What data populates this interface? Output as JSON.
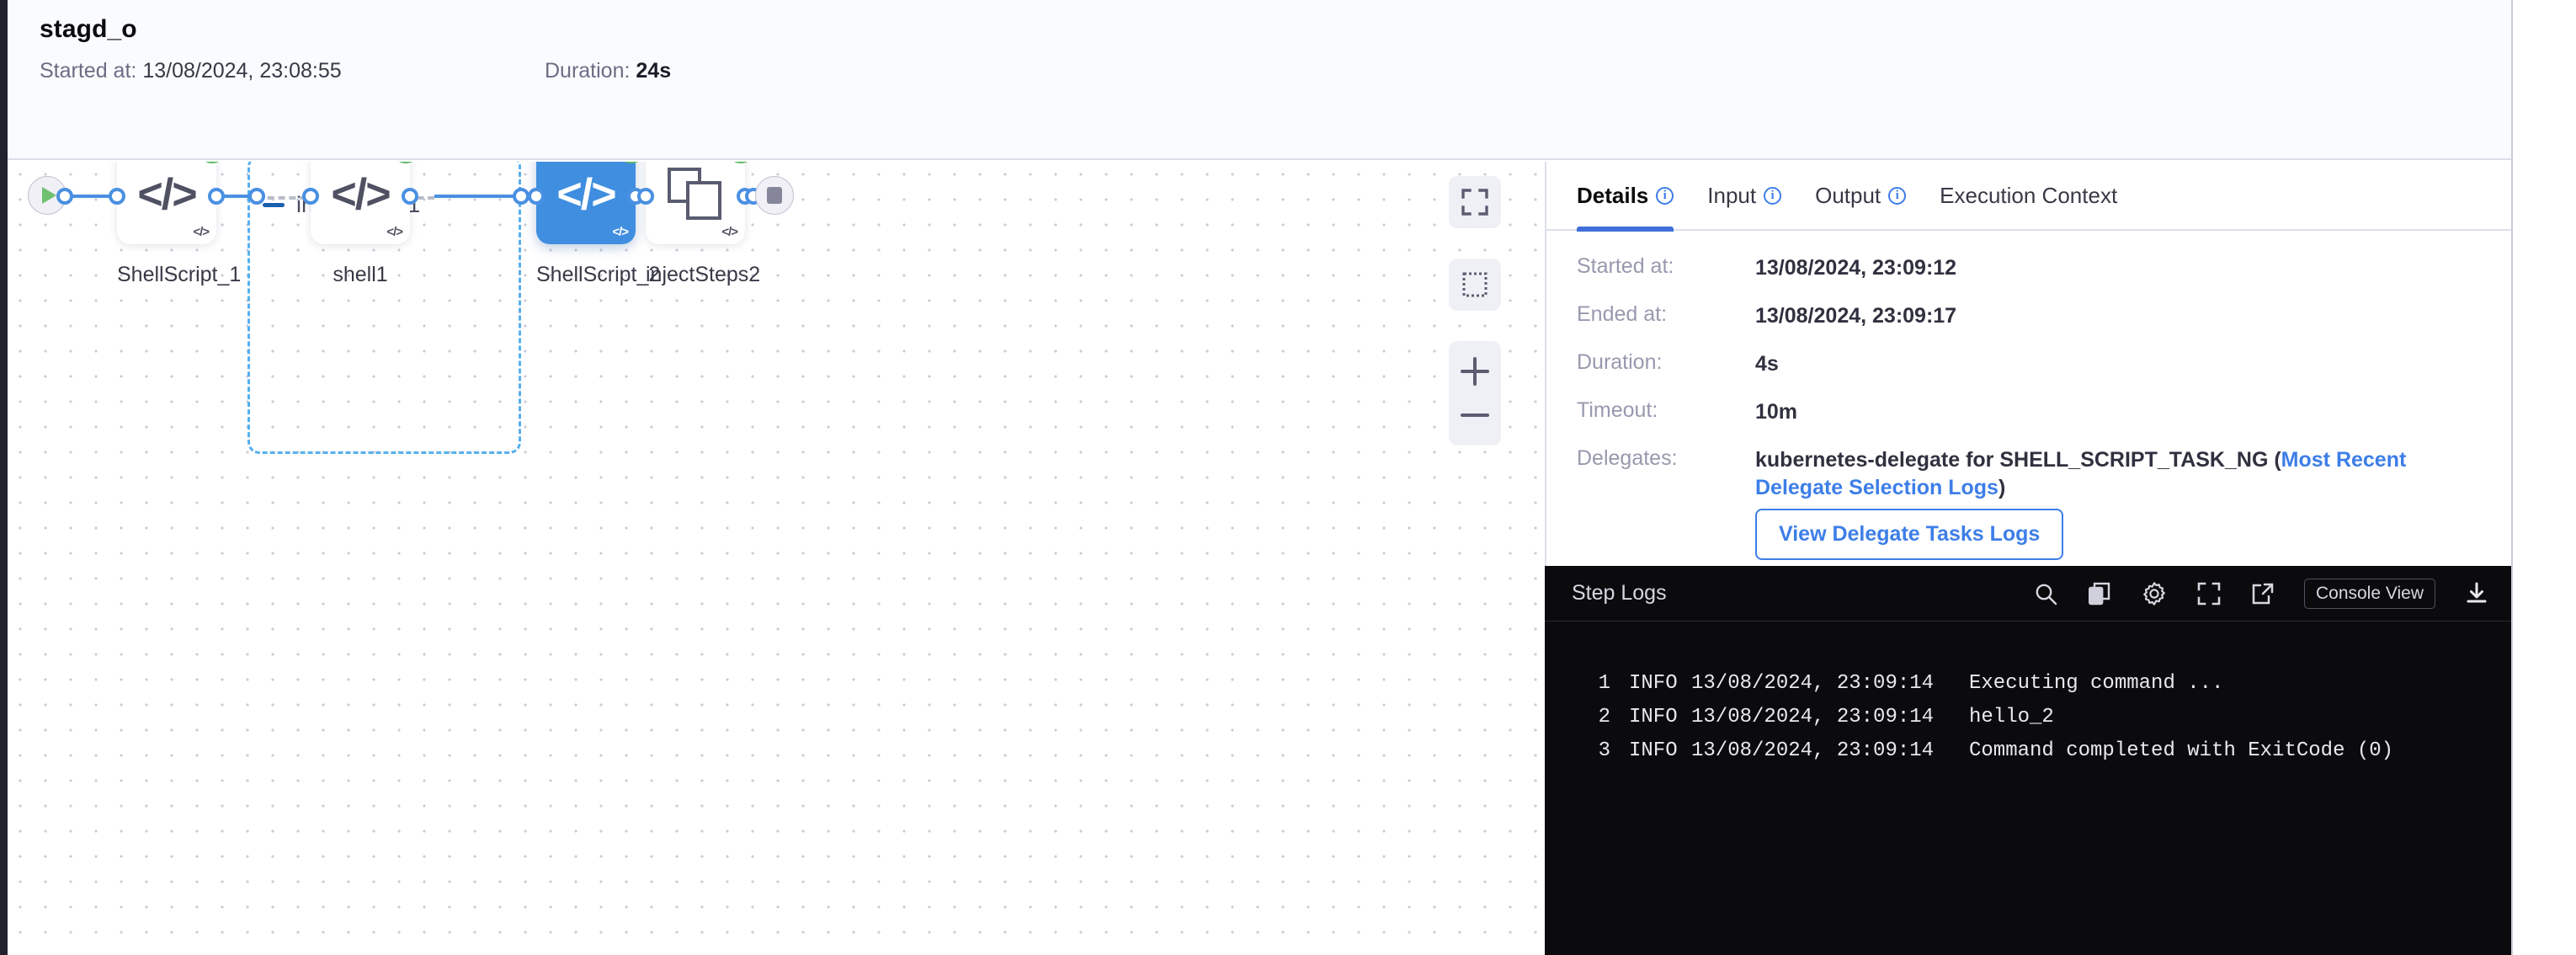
{
  "header": {
    "title": "stagd_o",
    "started_label": "Started at:",
    "started_value": "13/08/2024, 23:08:55",
    "duration_label": "Duration:",
    "duration_value": "24s"
  },
  "graph": {
    "start_node_name": "start-node",
    "end_node_name": "end-node",
    "nodes": [
      {
        "label": "ShellScript_1",
        "icon": "code-icon",
        "status": "success",
        "selected": false
      },
      {
        "label": "shell1",
        "icon": "code-icon",
        "status": "success",
        "selected": false
      },
      {
        "label": "ShellScript_2",
        "icon": "code-icon",
        "status": "success",
        "selected": true
      },
      {
        "label": "injectSteps2",
        "icon": "stacked-squares-icon",
        "status": "success",
        "selected": false
      }
    ],
    "group": {
      "label": "injectSteps1",
      "collapse_icon": "minus-icon"
    },
    "controls": [
      {
        "name": "fit-to-screen-button",
        "icon": "fullscreen-icon"
      },
      {
        "name": "selection-mode-button",
        "icon": "dashed-square-icon"
      },
      {
        "name": "zoom-in-button",
        "icon": "plus-icon"
      },
      {
        "name": "zoom-out-button",
        "icon": "minus-icon"
      }
    ],
    "code_glyph": "</>",
    "corner_glyph": "</>"
  },
  "panel": {
    "tabs": [
      {
        "label": "Details",
        "info": true,
        "active": true
      },
      {
        "label": "Input",
        "info": true,
        "active": false
      },
      {
        "label": "Output",
        "info": true,
        "active": false
      },
      {
        "label": "Execution Context",
        "info": false,
        "active": false
      }
    ],
    "details": [
      {
        "key": "Started at:",
        "value": "13/08/2024, 23:09:12"
      },
      {
        "key": "Ended at:",
        "value": "13/08/2024, 23:09:17"
      },
      {
        "key": "Duration:",
        "value": "4s"
      },
      {
        "key": "Timeout:",
        "value": "10m"
      }
    ],
    "delegates": {
      "key": "Delegates:",
      "text_before": "kubernetes-delegate for SHELL_SCRIPT_TASK_NG (",
      "link_text": "Most Recent Delegate Selection Logs",
      "text_after": ")",
      "button_label": "View Delegate Tasks Logs"
    }
  },
  "logs": {
    "title": "Step Logs",
    "actions": [
      {
        "name": "search-icon"
      },
      {
        "name": "copy-icon"
      },
      {
        "name": "gear-icon"
      },
      {
        "name": "fullscreen-icon"
      },
      {
        "name": "external-link-icon"
      }
    ],
    "console_button": "Console View",
    "download_icon": "download-icon",
    "lines": [
      {
        "num": "1",
        "level": "INFO",
        "time": "13/08/2024, 23:09:14",
        "message": "Executing command ..."
      },
      {
        "num": "2",
        "level": "INFO",
        "time": "13/08/2024, 23:09:14",
        "message": "hello_2"
      },
      {
        "num": "3",
        "level": "INFO",
        "time": "13/08/2024, 23:09:14",
        "message": "Command completed with ExitCode (0)"
      }
    ]
  },
  "colors": {
    "accent_blue": "#3f8ee0",
    "link_blue": "#3d7ee8",
    "tab_underline": "#3f6fd8",
    "success_green": "#5fb761",
    "group_border": "#56b0ef",
    "logs_background": "#0b0b0d"
  }
}
